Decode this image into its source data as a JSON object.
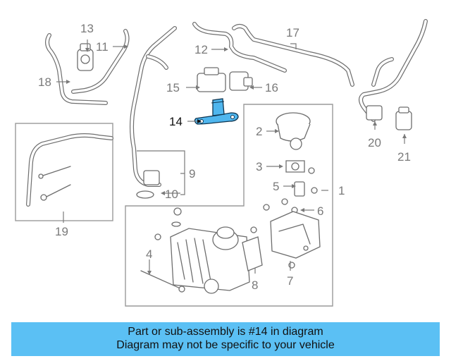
{
  "callouts": {
    "c1": "1",
    "c2": "2",
    "c3": "3",
    "c4": "4",
    "c5": "5",
    "c6": "6",
    "c7": "7",
    "c8": "8",
    "c9": "9",
    "c10": "10",
    "c11": "11",
    "c12": "12",
    "c13": "13",
    "c14": "14",
    "c15": "15",
    "c16": "16",
    "c17": "17",
    "c18": "18",
    "c19": "19",
    "c20": "20",
    "c21": "21"
  },
  "highlight": {
    "part": "14",
    "color": "#4fb6ee"
  },
  "banner": {
    "line1": "Part or sub-assembly is #14 in diagram",
    "line2": "Diagram may not be specific to your vehicle",
    "background": "#5bc0f4"
  }
}
